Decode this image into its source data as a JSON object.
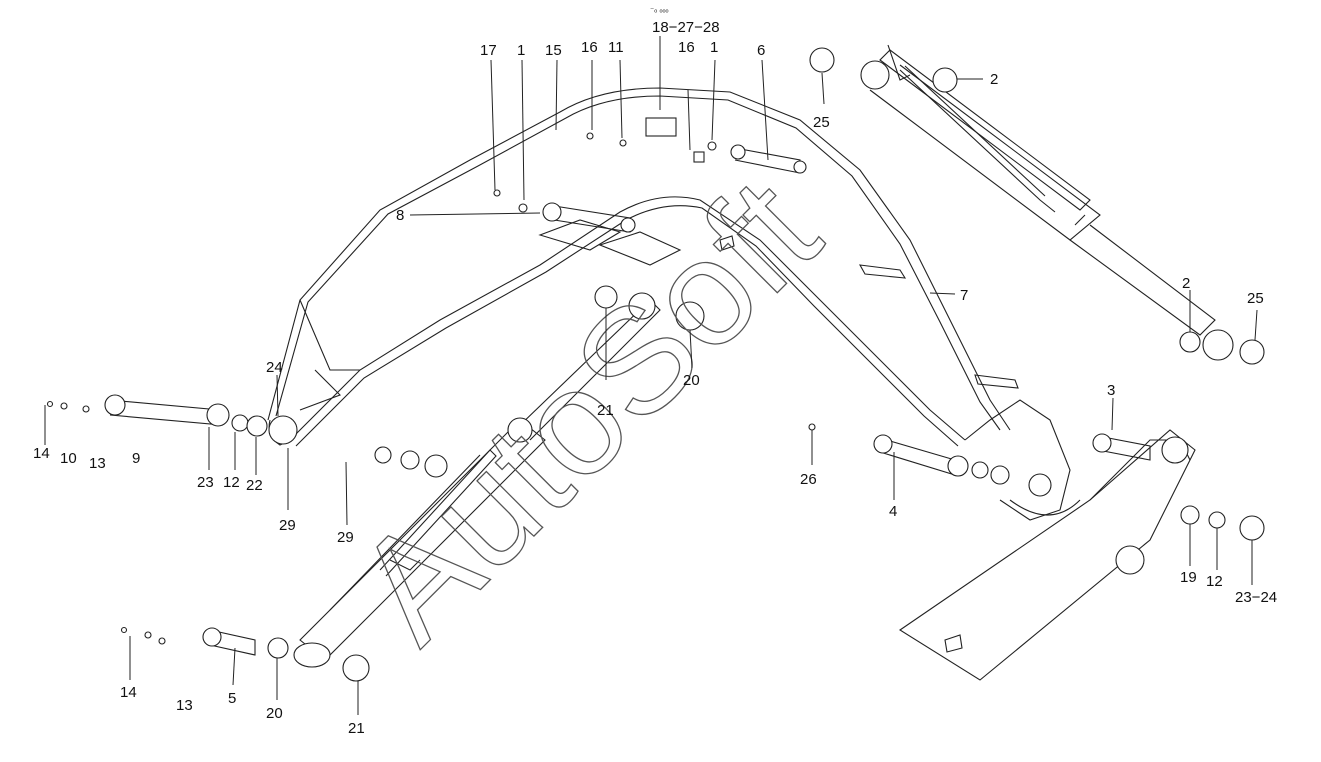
{
  "watermark": "AutoSoft",
  "top_mark": "⁻ₒ ₒₒₒ",
  "callouts": [
    {
      "id": "c17",
      "text": "17"
    },
    {
      "id": "c1a",
      "text": "1"
    },
    {
      "id": "c15",
      "text": "15"
    },
    {
      "id": "c16a",
      "text": "16"
    },
    {
      "id": "c11",
      "text": "11"
    },
    {
      "id": "c18",
      "text": "18−27−28"
    },
    {
      "id": "c16b",
      "text": "16"
    },
    {
      "id": "c1b",
      "text": "1"
    },
    {
      "id": "c6",
      "text": "6"
    },
    {
      "id": "c25a",
      "text": "25"
    },
    {
      "id": "c2a",
      "text": "2"
    },
    {
      "id": "c8",
      "text": "8"
    },
    {
      "id": "c7",
      "text": "7"
    },
    {
      "id": "c2b",
      "text": "2"
    },
    {
      "id": "c25b",
      "text": "25"
    },
    {
      "id": "c24",
      "text": "24"
    },
    {
      "id": "c21a",
      "text": "21"
    },
    {
      "id": "c20a",
      "text": "20"
    },
    {
      "id": "c3",
      "text": "3"
    },
    {
      "id": "c14a",
      "text": "14"
    },
    {
      "id": "c10",
      "text": "10"
    },
    {
      "id": "c13a",
      "text": "13"
    },
    {
      "id": "c9",
      "text": "9"
    },
    {
      "id": "c23",
      "text": "23"
    },
    {
      "id": "c12a",
      "text": "12"
    },
    {
      "id": "c22",
      "text": "22"
    },
    {
      "id": "c26",
      "text": "26"
    },
    {
      "id": "c4",
      "text": "4"
    },
    {
      "id": "c29a",
      "text": "29"
    },
    {
      "id": "c29b",
      "text": "29"
    },
    {
      "id": "c19",
      "text": "19"
    },
    {
      "id": "c12b",
      "text": "12"
    },
    {
      "id": "c2324",
      "text": "23−24"
    },
    {
      "id": "c14b",
      "text": "14"
    },
    {
      "id": "c13b",
      "text": "13"
    },
    {
      "id": "c5",
      "text": "5"
    },
    {
      "id": "c20b",
      "text": "20"
    },
    {
      "id": "c21b",
      "text": "21"
    }
  ]
}
